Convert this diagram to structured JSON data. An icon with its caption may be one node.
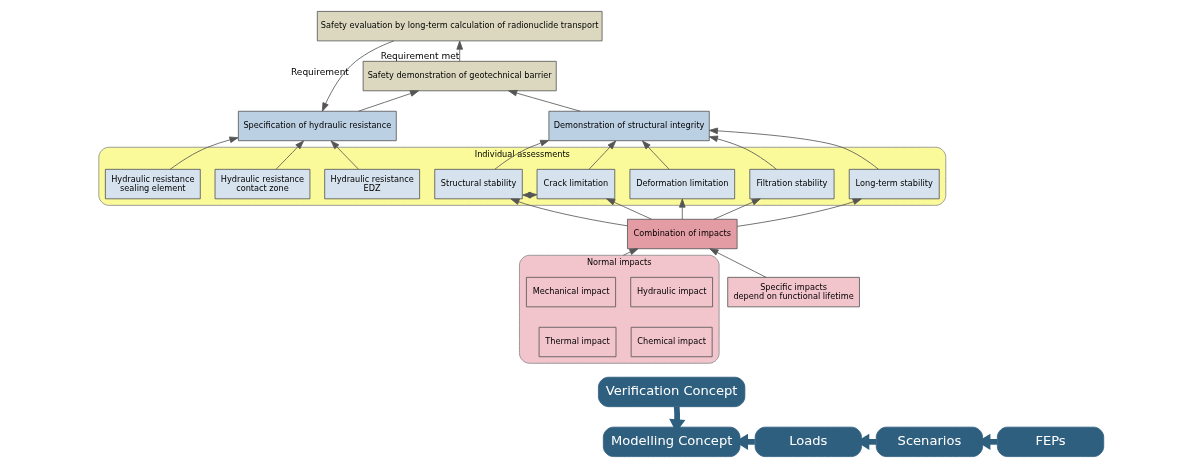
{
  "diagram": {
    "nodes": [
      {
        "text": [
          "Safety evaluation by long-term calculation of radionuclide transport"
        ]
      },
      {
        "text": [
          "Safety demonstration of geotechnical barrier"
        ]
      },
      {
        "text": [
          "Specification of hydraulic resistance"
        ]
      },
      {
        "text": [
          "Demonstration of structural integrity"
        ]
      },
      {
        "text": [
          "Individual assessments"
        ]
      },
      {
        "text": [
          "Hydraulic resistance",
          "sealing element"
        ],
        "in": 4
      },
      {
        "text": [
          "Hydraulic resistance",
          "contact zone"
        ],
        "in": 4
      },
      {
        "text": [
          "Hydraulic resistance",
          "EDZ"
        ],
        "in": 4
      },
      {
        "text": [
          "Structural stability"
        ],
        "in": 4
      },
      {
        "text": [
          "Crack limitation"
        ],
        "in": 4
      },
      {
        "text": [
          "Deformation limitation"
        ],
        "in": 4
      },
      {
        "text": [
          "Filtration stability"
        ],
        "in": 4
      },
      {
        "text": [
          "Long-term stability"
        ],
        "in": 4
      },
      {
        "text": [
          "Combination of impacts"
        ]
      },
      {
        "text": [
          "Normal impacts"
        ]
      },
      {
        "text": [
          "Mechanical impact"
        ],
        "in": 14
      },
      {
        "text": [
          "Hydraulic impact"
        ],
        "in": 14
      },
      {
        "text": [
          "Thermal impact"
        ],
        "in": 14
      },
      {
        "text": [
          "Chemical impact"
        ],
        "in": 14
      },
      {
        "text": [
          "Specific impacts",
          "depend on functional lifetime"
        ]
      },
      {
        "text": [
          "Verification Concept"
        ]
      },
      {
        "text": [
          "FEPs"
        ]
      },
      {
        "text": [
          "Scenarios"
        ]
      },
      {
        "text": [
          "Loads"
        ]
      },
      {
        "text": [
          "Modelling Concept"
        ]
      }
    ],
    "edges": [
      {
        "from": 0,
        "to": 2,
        "arrow": "to",
        "label": "Requirement"
      },
      {
        "from": 1,
        "to": 0,
        "arrow": "to",
        "label": "Requirement met"
      },
      {
        "from": 2,
        "to": 1,
        "arrow": "to"
      },
      {
        "from": 3,
        "to": 1,
        "arrow": "to"
      },
      {
        "from": 5,
        "to": 2,
        "arrow": "to"
      },
      {
        "from": 6,
        "to": 2,
        "arrow": "to"
      },
      {
        "from": 7,
        "to": 2,
        "arrow": "to"
      },
      {
        "from": 8,
        "to": 3,
        "arrow": "to"
      },
      {
        "from": 9,
        "to": 3,
        "arrow": "to"
      },
      {
        "from": 10,
        "to": 3,
        "arrow": "to"
      },
      {
        "from": 11,
        "to": 3,
        "arrow": "to"
      },
      {
        "from": 12,
        "to": 3,
        "arrow": "to"
      },
      {
        "from": 8,
        "to": 9,
        "arrow": "both"
      },
      {
        "from": 13,
        "to": 8,
        "arrow": "to"
      },
      {
        "from": 13,
        "to": 9,
        "arrow": "to"
      },
      {
        "from": 13,
        "to": 10,
        "arrow": "to"
      },
      {
        "from": 13,
        "to": 11,
        "arrow": "to"
      },
      {
        "from": 13,
        "to": 12,
        "arrow": "to"
      },
      {
        "from": 14,
        "to": 13,
        "arrow": "to"
      },
      {
        "from": 19,
        "to": 13,
        "arrow": "to"
      },
      {
        "from": 20,
        "to": 24,
        "arrow": "to",
        "style": "thick",
        "color": "#2e5f7f"
      },
      {
        "from": 21,
        "to": 22,
        "arrow": "to",
        "style": "thick",
        "color": "#2e5f7f"
      },
      {
        "from": 22,
        "to": 23,
        "arrow": "to",
        "style": "thick",
        "color": "#2e5f7f"
      },
      {
        "from": 23,
        "to": 24,
        "arrow": "to",
        "style": "thick",
        "color": "#2e5f7f"
      }
    ]
  }
}
